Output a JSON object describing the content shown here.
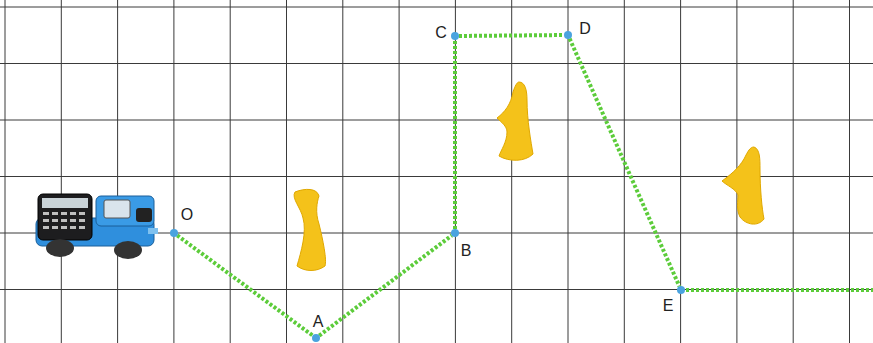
{
  "diagram": {
    "nodes": [
      {
        "text": [
          "O"
        ]
      },
      {
        "text": [
          "A"
        ]
      },
      {
        "text": [
          "B"
        ]
      },
      {
        "text": [
          "C"
        ]
      },
      {
        "text": [
          "D"
        ]
      },
      {
        "text": [
          "E"
        ]
      }
    ],
    "edges": [
      {
        "from": 0,
        "to": 1,
        "arrow": "none"
      },
      {
        "from": 1,
        "to": 2,
        "arrow": "none"
      },
      {
        "from": 2,
        "to": 3,
        "arrow": "none"
      },
      {
        "from": 3,
        "to": 4,
        "arrow": "none"
      },
      {
        "from": 4,
        "to": 5,
        "arrow": "none"
      }
    ]
  }
}
